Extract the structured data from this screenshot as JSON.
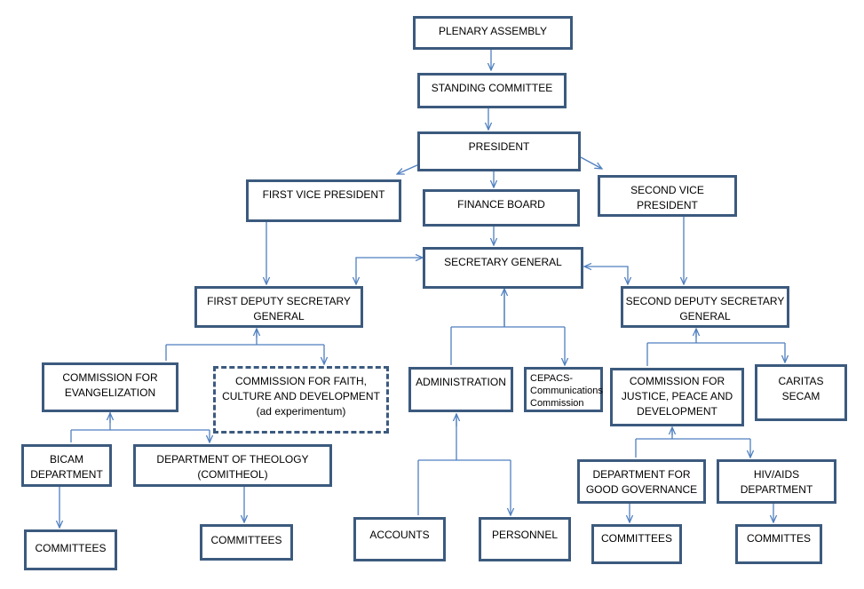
{
  "diagram": {
    "nodes": [
      {
        "id": "plenary-assembly",
        "lines": [
          "PLENARY ASSEMBLY"
        ]
      },
      {
        "id": "standing-committee",
        "lines": [
          "STANDING COMMITTEE"
        ]
      },
      {
        "id": "president",
        "lines": [
          "PRESIDENT"
        ]
      },
      {
        "id": "first-vice-president",
        "lines": [
          "FIRST VICE PRESIDENT"
        ]
      },
      {
        "id": "finance-board",
        "lines": [
          "FINANCE BOARD"
        ]
      },
      {
        "id": "second-vice-president",
        "lines": [
          "SECOND VICE",
          "PRESIDENT"
        ]
      },
      {
        "id": "secretary-general",
        "lines": [
          "SECRETARY GENERAL"
        ]
      },
      {
        "id": "first-deputy-secretary-general",
        "lines": [
          "FIRST DEPUTY SECRETARY",
          "GENERAL"
        ]
      },
      {
        "id": "second-deputy-secretary-general",
        "lines": [
          "SECOND DEPUTY SECRETARY",
          "GENERAL"
        ]
      },
      {
        "id": "commission-evangelization",
        "lines": [
          "COMMISSION FOR",
          "EVANGELIZATION"
        ]
      },
      {
        "id": "commission-faith-culture",
        "lines": [
          "COMMISSION FOR FAITH,",
          "CULTURE AND DEVELOPMENT",
          "(ad experimentum)"
        ]
      },
      {
        "id": "administration",
        "lines": [
          "ADMINISTRATION"
        ]
      },
      {
        "id": "cepacs",
        "lines": [
          "CEPACS-",
          "Communications",
          "Commission"
        ]
      },
      {
        "id": "commission-justice-peace",
        "lines": [
          "COMMISSION FOR",
          "JUSTICE, PEACE AND",
          "DEVELOPMENT"
        ]
      },
      {
        "id": "caritas-secam",
        "lines": [
          "CARITAS",
          "SECAM"
        ]
      },
      {
        "id": "bicam-department",
        "lines": [
          "BICAM",
          "DEPARTMENT"
        ]
      },
      {
        "id": "department-theology",
        "lines": [
          "DEPARTMENT OF THEOLOGY",
          "(COMITHEOL)"
        ]
      },
      {
        "id": "department-good-governance",
        "lines": [
          "DEPARTMENT FOR",
          "GOOD GOVERNANCE"
        ]
      },
      {
        "id": "hiv-aids-department",
        "lines": [
          "HIV/AIDS",
          "DEPARTMENT"
        ]
      },
      {
        "id": "committees-bicam",
        "lines": [
          "COMMITTEES"
        ]
      },
      {
        "id": "committees-theology",
        "lines": [
          "COMMITTEES"
        ]
      },
      {
        "id": "accounts",
        "lines": [
          "ACCOUNTS"
        ]
      },
      {
        "id": "personnel",
        "lines": [
          "PERSONNEL"
        ]
      },
      {
        "id": "committees-governance",
        "lines": [
          "COMMITTEES"
        ]
      },
      {
        "id": "committites-hiv",
        "lines": [
          "COMMITTES"
        ]
      }
    ],
    "edges": [
      {
        "from": "plenary-assembly",
        "to": "standing-committee"
      },
      {
        "from": "standing-committee",
        "to": "president"
      },
      {
        "from": "president",
        "to": "first-vice-president"
      },
      {
        "from": "president",
        "to": "finance-board"
      },
      {
        "from": "president",
        "to": "second-vice-president"
      },
      {
        "from": "finance-board",
        "to": "secretary-general"
      },
      {
        "from": "first-vice-president",
        "to": "first-deputy-secretary-general"
      },
      {
        "from": "second-vice-president",
        "to": "second-deputy-secretary-general"
      },
      {
        "from": "secretary-general",
        "to": "first-deputy-secretary-general",
        "bidirectional": true
      },
      {
        "from": "secretary-general",
        "to": "second-deputy-secretary-general",
        "bidirectional": true
      },
      {
        "from": "secretary-general",
        "to": "administration"
      },
      {
        "from": "secretary-general",
        "to": "cepacs"
      },
      {
        "from": "first-deputy-secretary-general",
        "to": "commission-evangelization"
      },
      {
        "from": "first-deputy-secretary-general",
        "to": "commission-faith-culture"
      },
      {
        "from": "second-deputy-secretary-general",
        "to": "commission-justice-peace"
      },
      {
        "from": "second-deputy-secretary-general",
        "to": "caritas-secam"
      },
      {
        "from": "commission-evangelization",
        "to": "bicam-department"
      },
      {
        "from": "commission-evangelization",
        "to": "department-theology"
      },
      {
        "from": "administration",
        "to": "accounts"
      },
      {
        "from": "administration",
        "to": "personnel"
      },
      {
        "from": "commission-justice-peace",
        "to": "department-good-governance"
      },
      {
        "from": "commission-justice-peace",
        "to": "hiv-aids-department"
      },
      {
        "from": "bicam-department",
        "to": "committees-bicam"
      },
      {
        "from": "department-theology",
        "to": "committees-theology"
      },
      {
        "from": "department-good-governance",
        "to": "committees-governance"
      },
      {
        "from": "hiv-aids-department",
        "to": "committites-hiv"
      }
    ],
    "colors": {
      "box_border": "#3c5a7e",
      "connector": "#4f7fbf"
    }
  }
}
